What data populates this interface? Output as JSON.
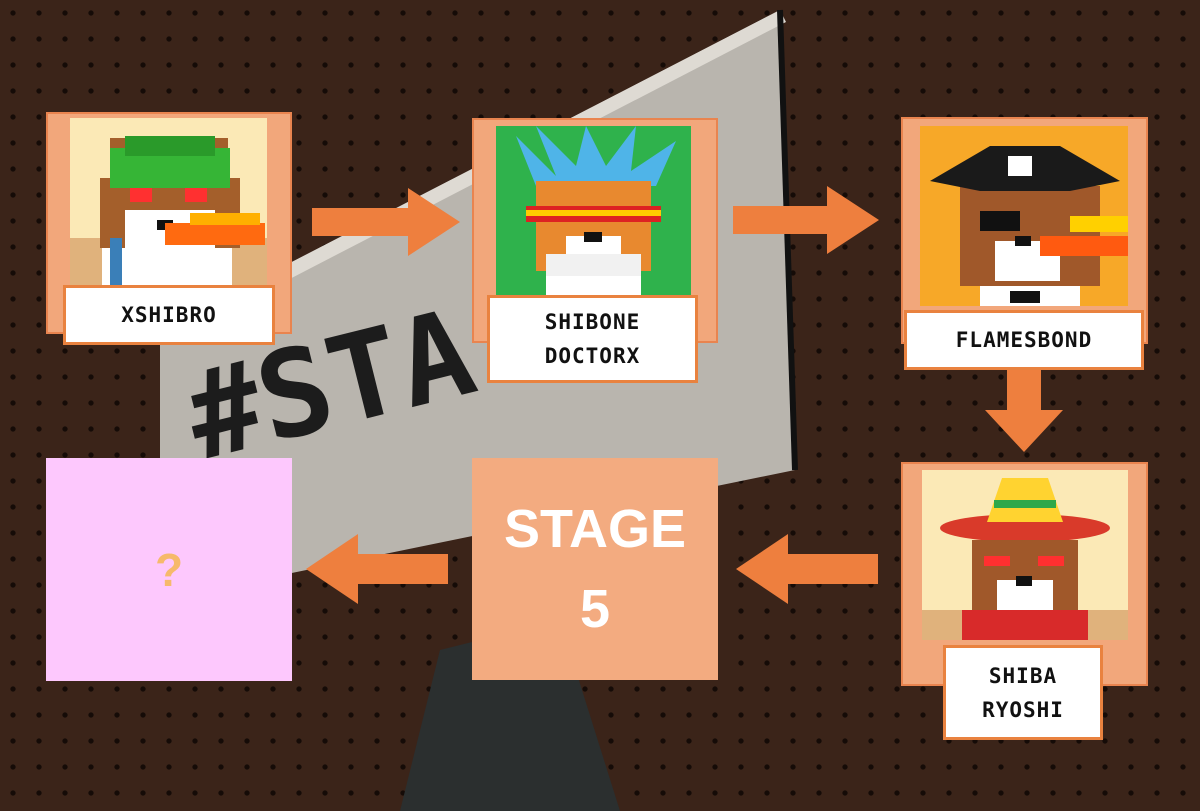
{
  "diagram": {
    "cards": [
      {
        "id": "xshibro",
        "lines": [
          "XSHIBRO"
        ]
      },
      {
        "id": "shibone-doctorx",
        "lines": [
          "SHIBONE",
          "DOCTORX"
        ]
      },
      {
        "id": "flamesbond",
        "lines": [
          "FLAMESBOND"
        ]
      },
      {
        "id": "shiba-ryoshi",
        "lines": [
          "SHIBA",
          "RYOSHI"
        ]
      }
    ],
    "stage": {
      "line1": "STAGE",
      "line2": "5"
    },
    "mystery": {
      "symbol": "?"
    },
    "background_text": "#STA"
  },
  "colors": {
    "card_bg": "#f2a77b",
    "card_border": "#e9823f",
    "arrow": "#ee7f3e",
    "stage_bg": "#f3ab80",
    "mystery_bg": "#fdc8fd",
    "background": "#3b2419"
  }
}
